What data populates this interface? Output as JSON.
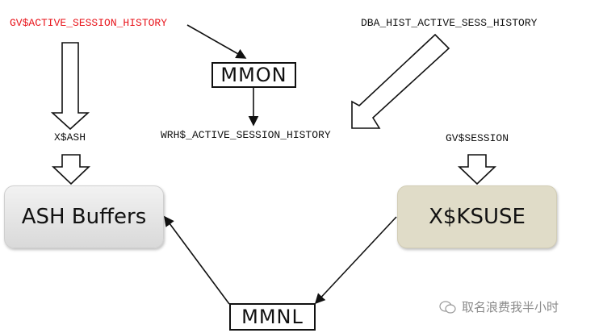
{
  "labels": {
    "gv_ash": "GV$ACTIVE_SESSION_HISTORY",
    "dba_hist": "DBA_HIST_ACTIVE_SESS_HISTORY",
    "x_ash": "X$ASH",
    "wrh": "WRH$_ACTIVE_SESSION_HISTORY",
    "gv_session": "GV$SESSION"
  },
  "nodes": {
    "mmon": "MMON",
    "mmnl": "MMNL",
    "ash_buffers": "ASH Buffers",
    "x_ksuse": "X$KSUSE"
  },
  "colors": {
    "highlight": "#e8141b",
    "ash_fill": "#e3e3e3",
    "ksuse_fill": "#e0dcc8"
  },
  "watermark": {
    "icon": "wechat-icon",
    "text": "取名浪费我半小时"
  }
}
